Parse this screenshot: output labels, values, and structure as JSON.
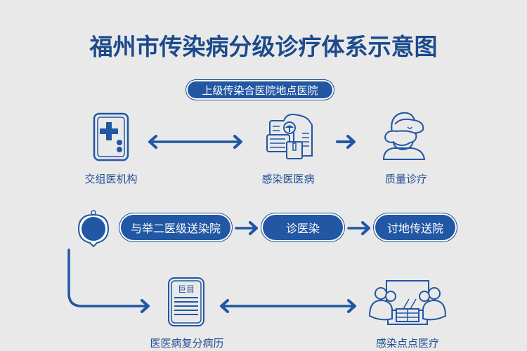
{
  "title": "福州市传染病分级诊疗体系示意图",
  "colors": {
    "background": "#e9e9e9",
    "primary": "#2157a3",
    "text": "#1c4a8c",
    "pill_text": "#ffffff"
  },
  "top_badge": {
    "label": "上级传染合医院地点医院"
  },
  "row1": {
    "nodes": [
      {
        "icon": "medical-cross-card-icon",
        "label": "交组医机构"
      },
      {
        "icon": "documents-tree-icon",
        "label": "感染医医病"
      },
      {
        "icon": "doctor-patient-icon",
        "label": "质量诊疗"
      }
    ],
    "connectors": [
      {
        "type": "double-arrow",
        "from": 0,
        "to": 1
      },
      {
        "type": "arrow",
        "from": 1,
        "to": 2
      }
    ]
  },
  "row2": {
    "start_icon": "circle-marker-icon",
    "pills": [
      {
        "label": "与举二医级送染院"
      },
      {
        "label": "诊医染"
      },
      {
        "label": "讨地传送院"
      }
    ],
    "connectors": [
      {
        "type": "arrow",
        "from": 0,
        "to": 1
      },
      {
        "type": "arrow",
        "from": 1,
        "to": 2
      }
    ]
  },
  "row3": {
    "nodes": [
      {
        "icon": "medical-record-icon",
        "label": "医医病复分病历"
      },
      {
        "icon": "team-meeting-icon",
        "label": "感染点点医疗"
      }
    ],
    "connectors": [
      {
        "type": "elbow-arrow",
        "from": "row2.start",
        "to": 0
      },
      {
        "type": "double-arrow",
        "from": 0,
        "to": 1
      }
    ]
  }
}
